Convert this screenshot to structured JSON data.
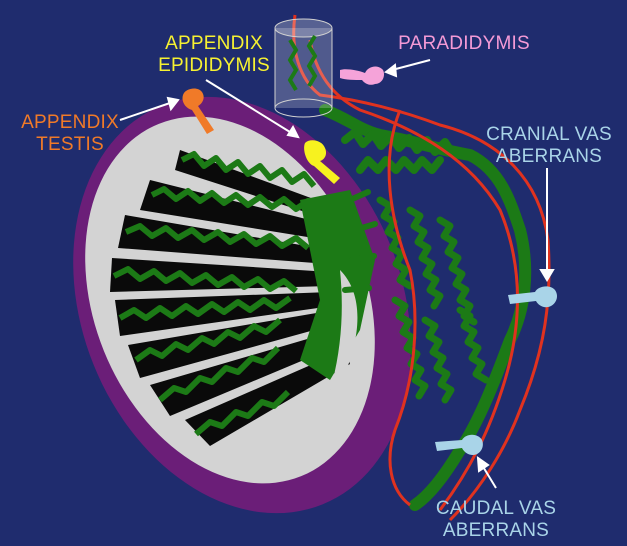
{
  "background_color": "#1f2c6e",
  "labels": {
    "appendix_epididymis": {
      "line1": "APPENDIX",
      "line2": "EPIDIDYMIS",
      "color": "#f7f231"
    },
    "paradidymis": {
      "line1": "PARADIDYMIS",
      "color": "#f49ad6"
    },
    "appendix_testis": {
      "line1": "APPENDIX",
      "line2": "TESTIS",
      "color": "#f07a28"
    },
    "cranial_vas_aberrans": {
      "line1": "CRANIAL VAS",
      "line2": "ABERRANS",
      "color": "#a9d4e8"
    },
    "caudal_vas_aberrans": {
      "line1": "CAUDAL VAS",
      "line2": "ABERRANS",
      "color": "#a9d4e8"
    }
  },
  "colors": {
    "tunica": "#6b1e78",
    "testis": "#d3d3d3",
    "lobule": "#0a0a0a",
    "ducts": "#1c7a16",
    "vessel": "#e0321f",
    "arrow": "#ffffff",
    "appendix_testis": "#f07a28",
    "appendix_epididymis": "#f7f21f",
    "paradidymis": "#f5a3d9",
    "vas_aberrans": "#a9d4e8"
  }
}
